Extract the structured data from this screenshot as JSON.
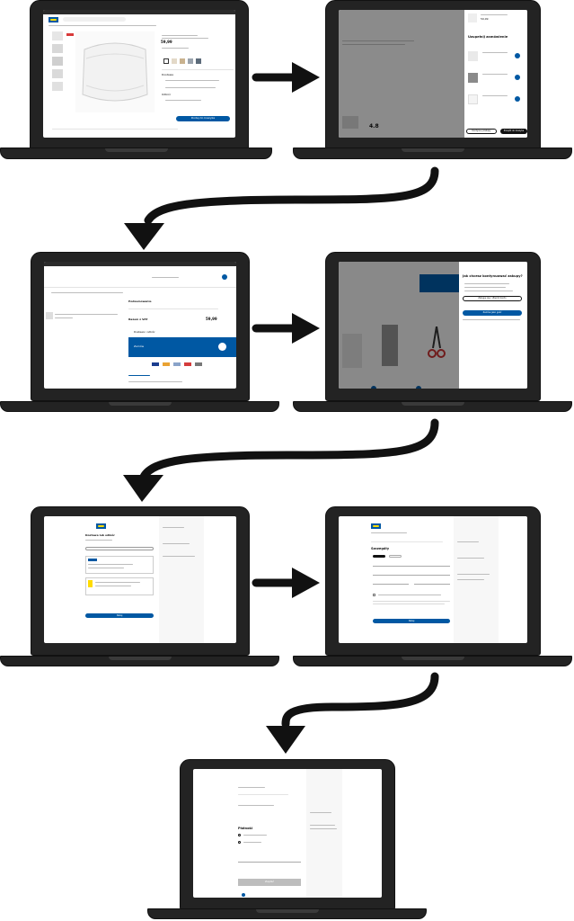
{
  "steps": [
    {
      "id": "product-page",
      "texts": {
        "delivery": "Dostawa",
        "pickup": "Odbiór",
        "price": "59,99"
      },
      "button": "Dodaj do koszyka"
    },
    {
      "id": "order-summary-panel",
      "texts": {
        "heading": "Uzupełnij zamówienie",
        "rating": "4.8"
      },
      "button": "Przejdź do koszyka",
      "secondary_button": "Kontynuuj zakupy"
    },
    {
      "id": "cart-page",
      "texts": {
        "heading": "Podsumowanie",
        "total_label": "Razem z VAT",
        "total": "59,99"
      },
      "button": "Zamów",
      "secondary_button": "Dostawa i odbiór"
    },
    {
      "id": "continue-shopping-choice",
      "texts": {
        "heading": "Jak chcesz kontynuować zakupy?"
      },
      "button": "Zamów jako gość",
      "secondary_button": "Zaloguj się / Utwórz konto"
    },
    {
      "id": "delivery-or-pickup",
      "texts": {
        "heading": "Dostawa lub odbiór"
      },
      "button": "Dalej"
    },
    {
      "id": "details-form",
      "texts": {
        "heading": "Szczegóły"
      },
      "button": "Dalej"
    },
    {
      "id": "payment-page",
      "texts": {
        "heading": "Płatność"
      },
      "button": "Zapłać"
    }
  ],
  "colors": {
    "brand_blue": "#0058a3",
    "brand_yellow": "#ffdb00",
    "laptop_body": "#232323",
    "arrow": "#111111"
  },
  "icons": {
    "flow_arrow": "arrow-right / curved-arrow-down"
  }
}
